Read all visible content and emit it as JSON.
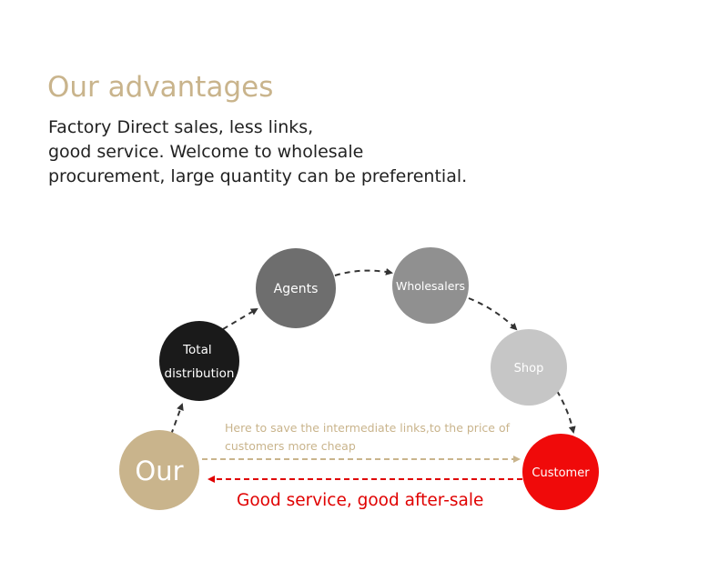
{
  "heading": "Our advantages",
  "description_lines": [
    "Factory Direct sales, less links,",
    "good service. Welcome to wholesale",
    "procurement, large quantity can be preferential."
  ],
  "nodes": {
    "our": {
      "label": "Our",
      "color": "#c9b48c"
    },
    "total_distribution": {
      "label_lines": [
        "Total",
        "distribution"
      ],
      "color": "#1a1a1a"
    },
    "agents": {
      "label": "Agents",
      "color": "#6e6e6e"
    },
    "wholesalers": {
      "label": "Wholesalers",
      "color": "#909090"
    },
    "shop": {
      "label": "Shop",
      "color": "#c6c6c6"
    },
    "customer": {
      "label": "Customer",
      "color": "#f00a0a"
    }
  },
  "direct_note_lines": [
    "Here to save the intermediate links,to the price of",
    "customers more cheap"
  ],
  "service_label": "Good service, good after-sale",
  "colors": {
    "accent": "#c9b48c",
    "service": "#e00000",
    "chain_arrow": "#333333"
  }
}
